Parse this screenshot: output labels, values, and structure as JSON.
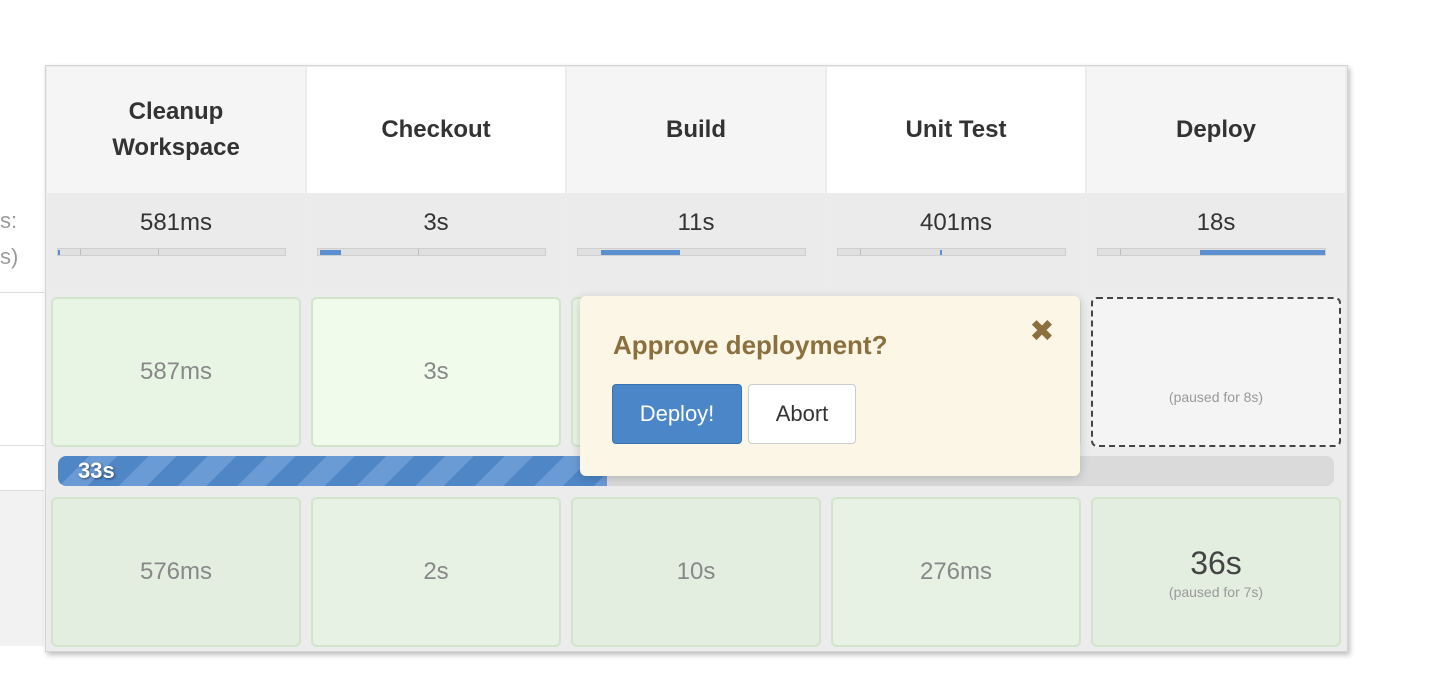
{
  "left_labels": {
    "line1": "s:",
    "line2": "s)"
  },
  "stages": [
    {
      "name": "Cleanup\nWorkspace",
      "avg": "581ms",
      "avg_fill_start": 0.0,
      "avg_fill_end": 0.01
    },
    {
      "name": "Checkout",
      "avg": "3s",
      "avg_fill_start": 0.01,
      "avg_fill_end": 0.1
    },
    {
      "name": "Build",
      "avg": "11s",
      "avg_fill_start": 0.1,
      "avg_fill_end": 0.45
    },
    {
      "name": "Unit Test",
      "avg": "401ms",
      "avg_fill_start": 0.45,
      "avg_fill_end": 0.46
    },
    {
      "name": "Deploy",
      "avg": "18s",
      "avg_fill_start": 0.45,
      "avg_fill_end": 1.0
    }
  ],
  "run1": {
    "cells": [
      "587ms",
      "3s",
      "",
      "",
      ""
    ],
    "paused_note": "(paused for 8s)",
    "progress_label": "33s",
    "progress_fraction": 0.43
  },
  "run2": {
    "cells": [
      "576ms",
      "2s",
      "10s",
      "276ms",
      "36s"
    ],
    "paused_note": "(paused for 7s)"
  },
  "popover": {
    "title": "Approve deployment?",
    "close_symbol": "✖",
    "deploy_label": "Deploy!",
    "abort_label": "Abort"
  },
  "colors": {
    "accent": "#4a86c8",
    "success_bg": "#e9f5e4",
    "popover_bg": "#fcf6e6",
    "popover_text": "#8c6f3e"
  }
}
